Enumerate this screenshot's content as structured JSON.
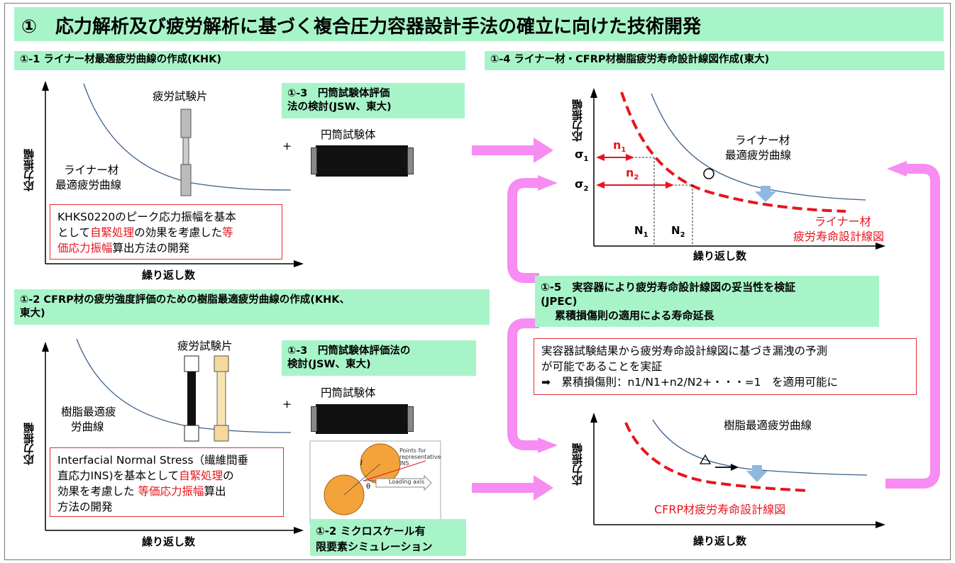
{
  "title": "①　応力解析及び疲労解析に基づく複合圧力容器設計手法の確立に向けた技術開発",
  "s1": {
    "header": "①-1 ライナー材最適疲労曲線の作成(KHK)",
    "specimen_label": "疲労試験片",
    "curve_label_1": "ライナー材",
    "curve_label_2": "最適疲労曲線",
    "y_axis": "応力振幅",
    "x_axis": "繰り返し数",
    "box_line1": "KHKS0220のピーク応力振幅を基本",
    "box_l2_a": "として",
    "box_l2_red": "自緊処理",
    "box_l2_b": "の効果を考慮した",
    "box_l2_red2": "等",
    "box_l3_red": "価応力振幅",
    "box_l3_b": "算出方法の開発"
  },
  "s3a": {
    "header_1": "①-3　円筒試験体評価",
    "header_2": "法の検討(JSW、東大)",
    "label": "円筒試験体",
    "plus": "+"
  },
  "s2": {
    "header_1": "①-2 CFRP材の疲労強度評価のための樹脂最適疲労曲線の作成(KHK、",
    "header_2": "東大)",
    "specimen_label": "疲労試験片",
    "curve_label_1": "樹脂最適疲",
    "curve_label_2": "労曲線",
    "y_axis": "応力振幅",
    "x_axis": "繰り返し数",
    "box_l1": "Interfacial Normal Stress（繊維間垂",
    "box_l2_a": "直応力INS)を基本として",
    "box_l2_red": "自緊処理",
    "box_l2_b": "の",
    "box_l3_a": "効果を考慮した ",
    "box_l3_red": "等価応力振幅",
    "box_l3_b": "算出",
    "box_l4": "方法の開発"
  },
  "s3b": {
    "header_1": "①-3　円筒試験体評価法の",
    "header_2": "検討(JSW、東大)",
    "label": "円筒試験体",
    "plus": "+"
  },
  "micro": {
    "points_1": "Points for",
    "points_2": "representative",
    "points_3": "INS",
    "loading": "Loading axis",
    "theta": "θ",
    "l": "l"
  },
  "s2b": {
    "header_1": "①-2 ミクロスケール有",
    "header_2": "限要素シミュレーション"
  },
  "s4": {
    "header": "①-4 ライナー材・CFRP材樹脂疲労寿命設計線図作成(東大)",
    "y_axis": "応力振幅",
    "x_axis": "繰り返し数",
    "sigma1": "σ",
    "sigma1_sub": "1",
    "sigma2": "σ",
    "sigma2_sub": "2",
    "n1": "n",
    "n1_sub": "1",
    "n2": "n",
    "n2_sub": "2",
    "N1": "N",
    "N1_sub": "1",
    "N2": "N",
    "N2_sub": "2",
    "curve_label_1": "ライナー材",
    "curve_label_2": "最適疲労曲線",
    "design_label_1": "ライナー材",
    "design_label_2": "疲労寿命設計線図"
  },
  "s5": {
    "header_1": "①-5　実容器により疲労寿命設計線図の妥当性を検証",
    "header_2": "(JPEC)",
    "header_3": "累積損傷則の適用による寿命延長",
    "box_l1": "実容器試験結果から疲労寿命設計線図に基づき漏洩の予測",
    "box_l2": "が可能であることを実証",
    "box_l3": "➡　累積損傷則：n1/N1+n2/N2+・・・=1　を適用可能に"
  },
  "s6": {
    "y_axis": "応力振幅",
    "x_axis": "繰り返し数",
    "curve_label": "樹脂最適疲労曲線",
    "design_label": "CFRP材疲労寿命設計線図"
  }
}
